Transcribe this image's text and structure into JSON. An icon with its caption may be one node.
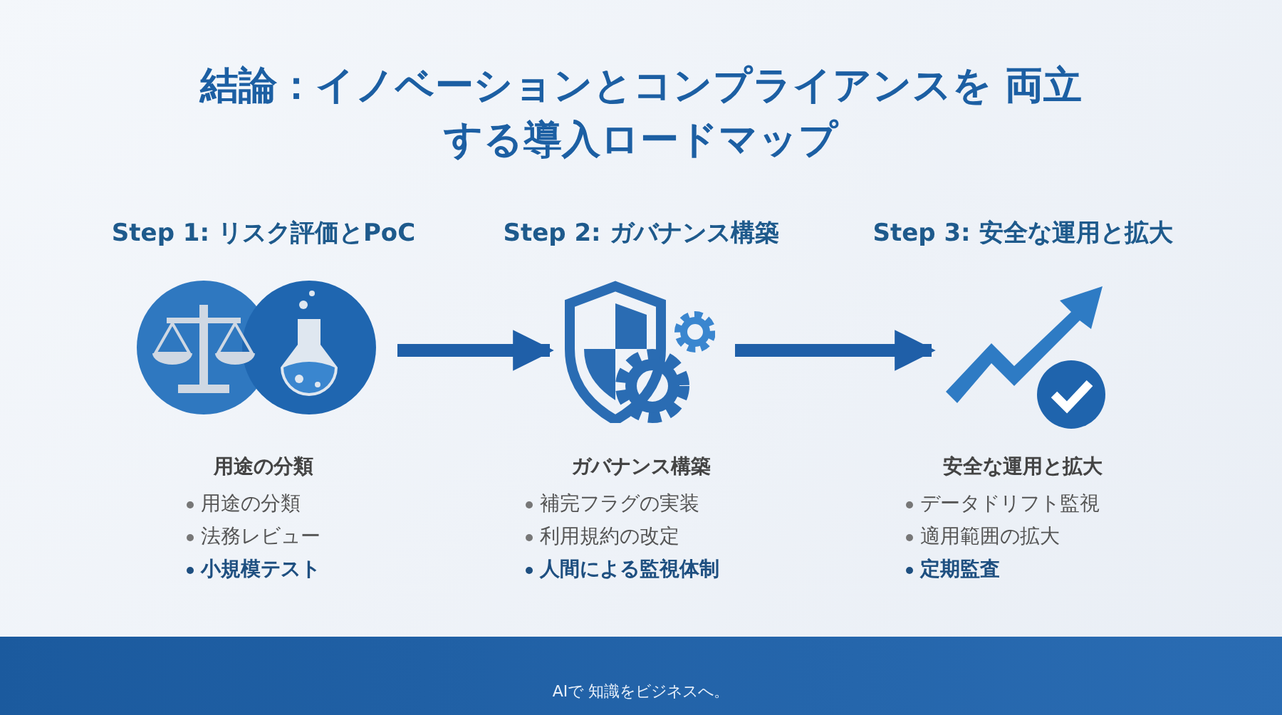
{
  "diagram": {
    "title": "結論：イノベーションとコンプライアンスを 両立する導入ロードマップ",
    "nodes": [
      {
        "text": [],
        "shape": "picture",
        "beside": [
          "Step 1: リスク評価とPoC",
          "用途の分類",
          "用途の分類",
          "法務レビュー",
          "小規模テスト"
        ]
      },
      {
        "text": [],
        "shape": "picture",
        "beside": [
          "Step 2: ガバナンス構築",
          "ガバナンス構築",
          "補完フラグの実装",
          "利用規約の改定",
          "人間による監視体制"
        ]
      },
      {
        "text": [],
        "shape": "picture",
        "beside": [
          "Step 3: 安全な運用と拡大",
          "安全な運用と拡大",
          "データドリフト監視",
          "適用範囲の拡大",
          "定期監査"
        ]
      }
    ],
    "edges": [
      {
        "from": 0,
        "to": 1,
        "arrow": "to"
      },
      {
        "from": 1,
        "to": 2,
        "arrow": "to"
      }
    ],
    "labels": [
      "AIで 知識をビジネスへ。"
    ]
  }
}
